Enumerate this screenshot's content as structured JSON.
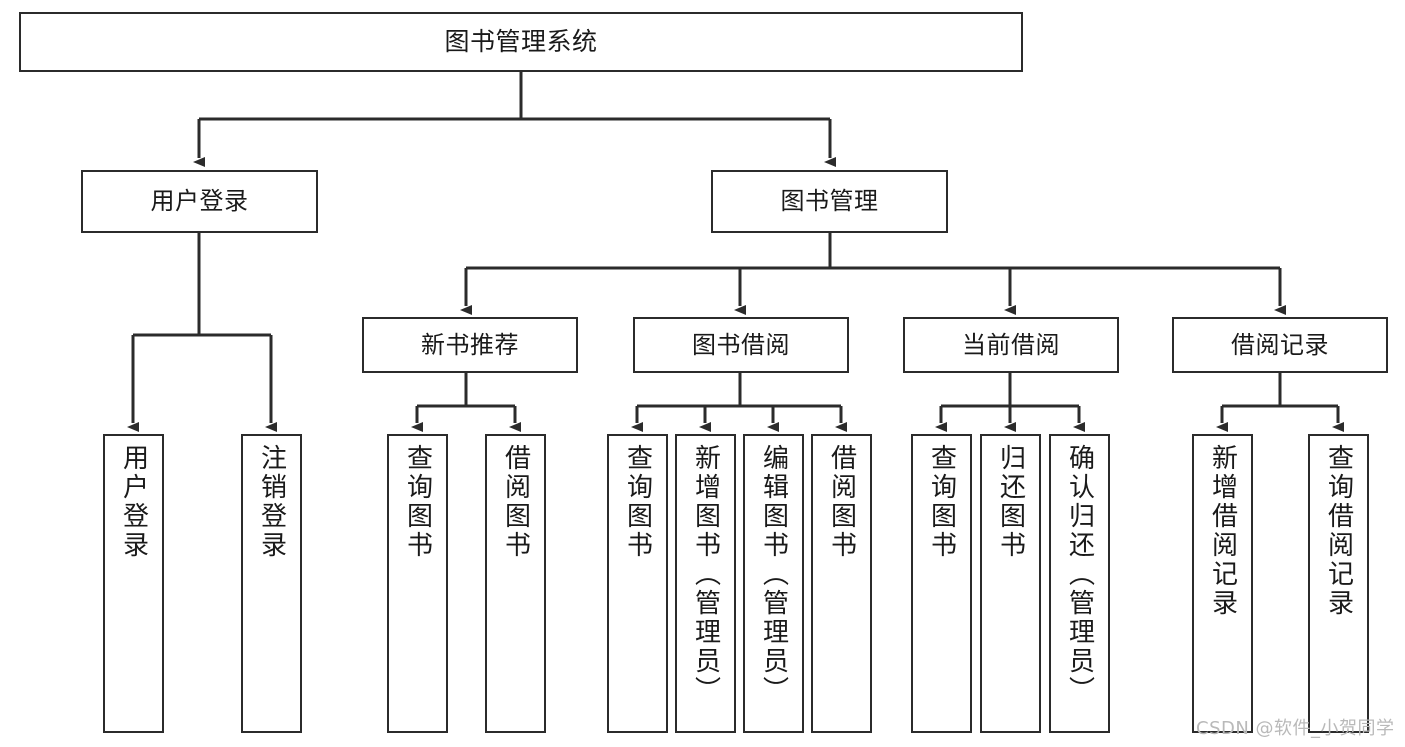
{
  "diagram": {
    "title": "图书管理系统",
    "root": {
      "id": "root",
      "label": "图书管理系统"
    },
    "level2": [
      {
        "id": "user-login",
        "label": "用户登录"
      },
      {
        "id": "book-manage",
        "label": "图书管理"
      }
    ],
    "level3": [
      {
        "id": "new-book-recommend",
        "label": "新书推荐"
      },
      {
        "id": "book-borrow",
        "label": "图书借阅"
      },
      {
        "id": "current-borrow",
        "label": "当前借阅"
      },
      {
        "id": "borrow-record",
        "label": "借阅记录"
      }
    ],
    "leaves": {
      "user_login": [
        {
          "id": "leaf-user-login",
          "label": "用户登录"
        },
        {
          "id": "leaf-logout-login",
          "label": "注销登录"
        }
      ],
      "new_book_recommend": [
        {
          "id": "leaf-query-book-1",
          "label": "查询图书"
        },
        {
          "id": "leaf-borrow-book-1",
          "label": "借阅图书"
        }
      ],
      "book_borrow": [
        {
          "id": "leaf-query-book-2",
          "label": "查询图书"
        },
        {
          "id": "leaf-add-book",
          "label": "新增图书（管理员）"
        },
        {
          "id": "leaf-edit-book",
          "label": "编辑图书（管理员）"
        },
        {
          "id": "leaf-borrow-book-2",
          "label": "借阅图书"
        }
      ],
      "current_borrow": [
        {
          "id": "leaf-query-book-3",
          "label": "查询图书"
        },
        {
          "id": "leaf-return-book",
          "label": "归还图书"
        },
        {
          "id": "leaf-confirm-return",
          "label": "确认归还（管理员）"
        }
      ],
      "borrow_record": [
        {
          "id": "leaf-add-record",
          "label": "新增借阅记录"
        },
        {
          "id": "leaf-query-record",
          "label": "查询借阅记录"
        }
      ]
    }
  },
  "watermark": {
    "text": "CSDN @软件_小贺同学"
  },
  "colors": {
    "stroke": "#2b2b2b",
    "background": "#ffffff",
    "text": "#1a1a1a",
    "watermark": "#b9b9b9"
  }
}
